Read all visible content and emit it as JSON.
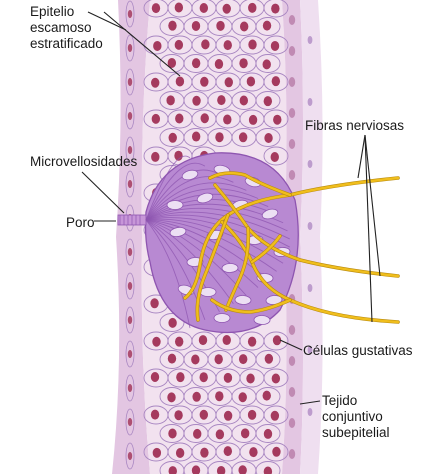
{
  "labels": {
    "epitelio_line1": "Epitelio",
    "epitelio_line2": "escamoso",
    "epitelio_line3": "estratificado",
    "microvellosidades": "Microvellosidades",
    "poro": "Poro",
    "fibras": "Fibras nerviosas",
    "celulas": "Células gustativas",
    "tejido_line1": "Tejido",
    "tejido_line2": "conjuntivo",
    "tejido_line3": "subepitelial"
  },
  "colors": {
    "epithelium": "#f2e2ef",
    "cell_outline": "#a987c2",
    "nucleus": "#a53a5e",
    "basal_band": "#e3c6e2",
    "connective": "#efdff0",
    "taste_bud": "#b889d2",
    "taste_bud_dark": "#8e55b0",
    "nerve": "#f0be1c",
    "leader": "#222222"
  }
}
